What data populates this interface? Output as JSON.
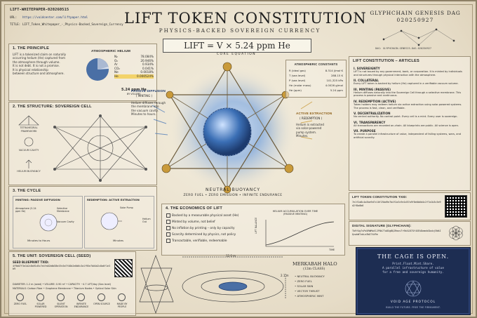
{
  "header": {
    "doc_id": "LIFT-WHITEPAPER-020260515",
    "url_label": "URL:",
    "url": "https://voidcenter.com/liftpaper.html",
    "title_label": "TITLE:",
    "title_value": "LIFT_Token_Whitepaper_-_Physics-Backed_Sovereign_Currency",
    "main_title": "LIFT TOKEN CONSTITUTION",
    "subtitle": "PHYSICS-BACKED SOVEREIGN CURRENCY",
    "genesis": "GLYPHCHAIN GENESIS DAG",
    "genesis_id": "020250927",
    "dag_label": "DAG: GLYPHCHAIN-GENESIS-DAG-020250927"
  },
  "equation": {
    "formula": "LIFT = V × 5.24 ppm He",
    "caption": "CORE EQUATION"
  },
  "principle": {
    "heading": "1. THE PRINCIPLE",
    "text": [
      "LIFT is a tokenized claim on naturally",
      "occurring helium (He) captured from",
      "the atmosphere through volume.",
      "It is not debt. It is not a promise.",
      "It is physical relationship",
      "between structure and atmosphere."
    ],
    "chart_title": "ATMOSPHERIC HELIUM",
    "gases": [
      {
        "name": "N₂",
        "value": "78.084%"
      },
      {
        "name": "O₂",
        "value": "20.946%"
      },
      {
        "name": "Ar",
        "value": "0.934%"
      },
      {
        "name": "CO₂",
        "value": "0.041%"
      },
      {
        "name": "Ne",
        "value": "0.0018%"
      },
      {
        "name": "He",
        "value": "0.000524%"
      }
    ],
    "he_ppm": "5.24 ppm He",
    "he_caption": "BY VOLUME"
  },
  "structure": {
    "heading": "2. THE STRUCTURE: SOVEREIGN CELL",
    "labels": [
      "TETRAHEDRAL FRAMEWORK",
      "VACUUM CAVITY",
      "HELIUM BUOYANCY"
    ]
  },
  "cycle": {
    "heading": "3. THE CYCLE",
    "left_title": "MINTING: PASSIVE DIFFUSION",
    "left_labels": [
      "Atmosphere (5.24 ppm He)",
      "Selective Membrane",
      "Vacuum Cavity",
      "Minutes to Hours"
    ],
    "right_title": "REDEMPTION: ACTIVE EXTRACTION",
    "right_labels": [
      "Solar Pump",
      "Helium Out",
      "Minutes"
    ]
  },
  "diffusion": {
    "title": "PASSIVE DIFFUSION",
    "sub": "( MINTING )",
    "text": [
      "Helium diffuses through",
      "the membrane into",
      "the vacuum cavity.",
      "Minutes to hours."
    ]
  },
  "extraction": {
    "title": "ACTIVE EXTRACTION",
    "sub": "( REDEMPTION )",
    "text": [
      "Helium is extracted",
      "via solar-powered",
      "pump system.",
      "Minutes."
    ]
  },
  "center": {
    "buoyancy": "NEUTRAL BUOYANCY",
    "tagline": "ZERO FUEL • ZERO EMISSION • INFINITE ENDURANCE"
  },
  "constants": {
    "heading": "ATMOSPHERIC CONSTANTS",
    "rows": [
      {
        "k": "R (ideal gas)",
        "v": "8.314 J/mol·K"
      },
      {
        "k": "T (sea level)",
        "v": "288.15 K"
      },
      {
        "k": "P (sea level)",
        "v": "101,325 kPa"
      },
      {
        "k": "He (molar mass)",
        "v": "4.0026 g/mol"
      },
      {
        "k": "He (ppm)",
        "v": "5.24 ppm"
      }
    ]
  },
  "constitution": {
    "heading": "LIFT CONSTITUTION – ARTICLES",
    "articles": [
      {
        "t": "I. SOVEREIGNTY",
        "b": "LIFT is not issued by any government, bank, or corporation. It is minted by individuals and structures through physical interaction with the atmosphere."
      },
      {
        "t": "II. COLLATERAL",
        "b": "Every LIFT token is backed by helium (He) captured in a verifiable vacuum volume."
      },
      {
        "t": "III. MINTING (PASSIVE)",
        "b": "Helium diffuses naturally into the Sovereign Cell through a selective membrane. This process is passive and continuous."
      },
      {
        "t": "IV. REDEMPTION (ACTIVE)",
        "b": "Token holders may redeem helium via active extraction using solar-powered systems. The process is fast, clean, and verifiable."
      },
      {
        "t": "V. DECENTRALIZATION",
        "b": "No central authority. No control point. Every cell is a mint. Every user is sovereign."
      },
      {
        "t": "VI. TRANSPARENCY",
        "b": "All transactions are recorded on-chain. All blueprints are public. All science is open."
      },
      {
        "t": "VII. PURPOSE",
        "b": "To create a parallel infrastructure of value, independent of failing systems, wars, and artificial scarcity."
      }
    ]
  },
  "economics": {
    "heading": "4. THE ECONOMICS OF LIFT",
    "points": [
      "Backed by a measurable physical asset (He)",
      "Minted by volume, not belief",
      "No inflation by printing – only by capacity",
      "Scarcity determined by physics, not policy",
      "Transactable, verifiable, redeemable"
    ],
    "graph_title": "HELIUM ACCUMULATION OVER TIME (PASSIVE MINTING)",
    "y_label": "LIFT BALANCE",
    "x_label": "TIME"
  },
  "token": {
    "heading": "LIFT TOKEN CONSTITUTION TXID:",
    "txid": "7e1f2a8c4a3be9d7c10f25bd9e7b4f2a3c9e1d57a9f8e0b6d4c2f7a1b3c5e9d2f8a0b6"
  },
  "signature": {
    "heading": "DIGITAL SIGNATURE (GLYPHCHAIN):",
    "value": "Tb9f4g7vPo5RWMoXl2FNk77w8XgBQJRmxvTr9bXLB7Gf4XEkDamnbGbxbj5WkIQzwkW7zbLe3WJ7kV9e"
  },
  "unit": {
    "heading": "5. THE UNIT: SOVEREIGN CELL (SEED)",
    "blueprint_label": "SEED BLUEPRINT TXID:",
    "blueprint": "4f9b07f3e1b2c8a91d5c7e4fa02b6d38e19c5a7f40b2e8d6c3a1f95e7b04d2c8a6f1e3b9",
    "specs": "DIAMETER: 1.2 m (seed)  •  VOLUME: 0.90 m³  •  CAPACITY: ~4.7 LIFT/day (Sea level)",
    "materials": "MATERIALS: Carbon Fiber • Graphene Membrane • Titanium Nodes • Optical Solar Skin",
    "icons": [
      "ZERO FUEL",
      "SOLAR POWERED",
      "SILENT OPERATION",
      "INFINITE ENDURANCE",
      "OPEN SOURCE",
      "MADE BY PEOPLE"
    ]
  },
  "halo": {
    "dim_top": "12.0 m",
    "dim_side": "2.1 m",
    "title": "MERKABAH HALO",
    "class": "(12m CLASS)",
    "features": [
      "NEUTRAL BUOYANCY",
      "ZERO FUEL",
      "SOLAR SKIN",
      "VECTOR THRUST",
      "ATMOSPHERIC MINT"
    ]
  },
  "cage": {
    "title": "THE CAGE IS OPEN.",
    "line1": "Print.Float.Mint.Share.",
    "line2": "A parallel infrastructure of value",
    "line3": "for a free and sovereign humanity.",
    "protocol": "VOID AGE PROTOCOL",
    "motto": "BUILD THE FUTURE. FREE THE FIRMAMENT."
  },
  "colors": {
    "ink": "#2a2a2a",
    "navy": "#1d2d52",
    "gold": "#c99a3a",
    "blue": "#3b6fb5"
  }
}
